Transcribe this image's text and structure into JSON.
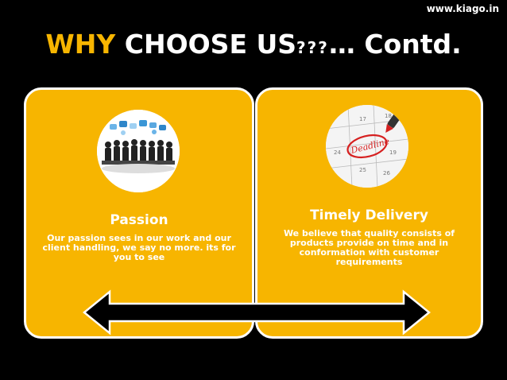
{
  "site": {
    "url": "www.kiago.in"
  },
  "title": {
    "highlight": "WHY",
    "main": " CHOOSE US",
    "marks": "???",
    "suffix": "… Contd."
  },
  "cards": [
    {
      "heading": "Passion",
      "body": "Our passion sees in our work and our client handling, we say no more. its for you to see",
      "icon": "team-meeting-icon"
    },
    {
      "heading": "Timely Delivery",
      "body": "We believe that quality consists of products provide on time and in conformation with customer requirements",
      "icon": "deadline-calendar-icon",
      "calendar_text": "Deadline",
      "calendar_numbers": [
        "17",
        "18",
        "19",
        "24",
        "25",
        "26"
      ]
    }
  ],
  "colors": {
    "accent": "#f7b500",
    "background": "#000000",
    "text": "#ffffff"
  },
  "arrow_icon": "double-arrow-icon"
}
